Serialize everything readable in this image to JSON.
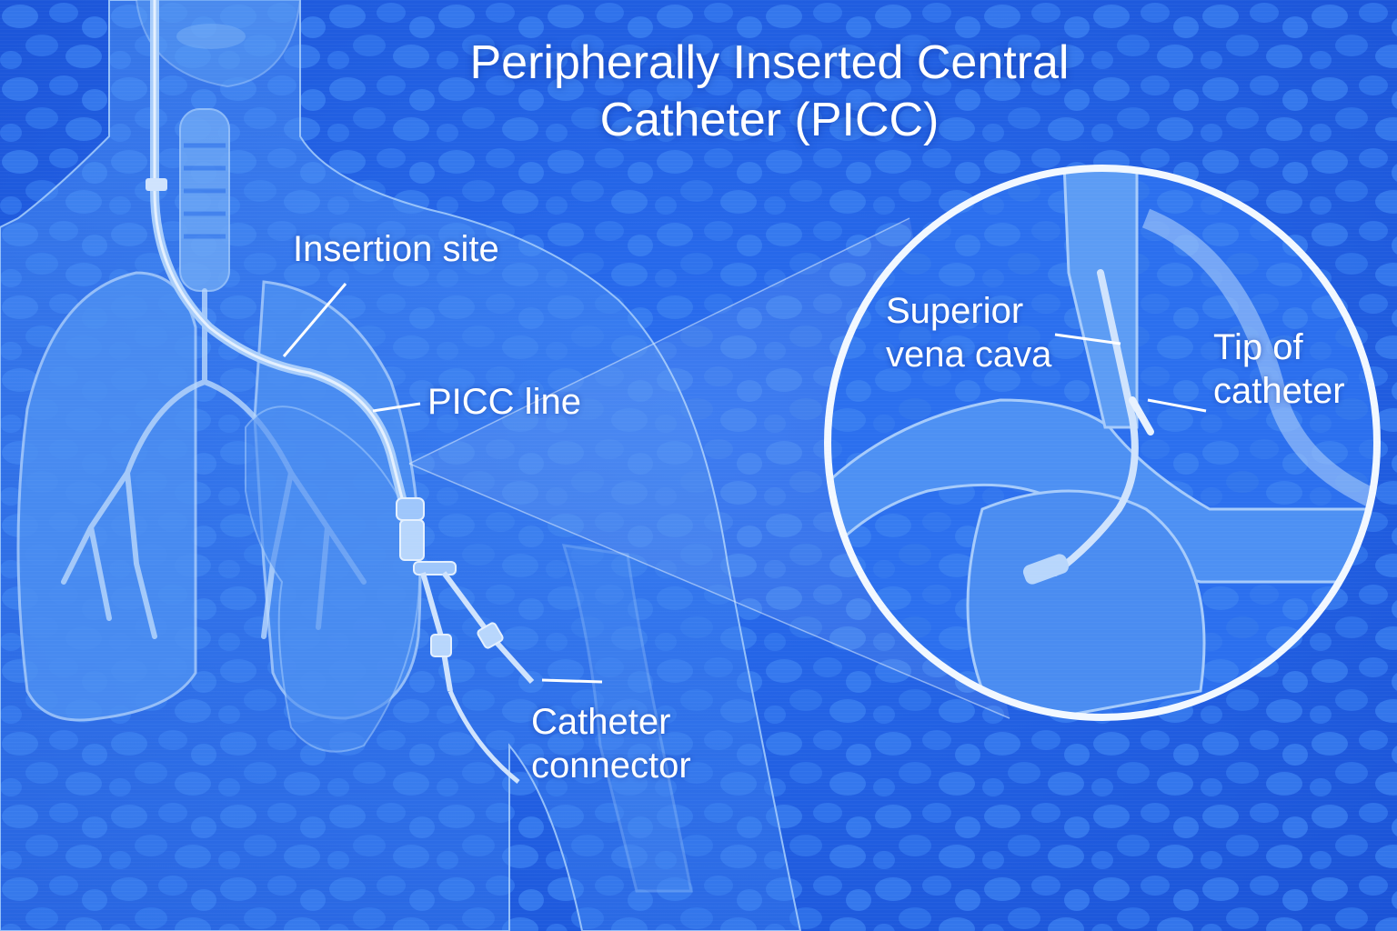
{
  "title": {
    "line1": "Peripherally Inserted Central",
    "line2": "Catheter (PICC)"
  },
  "labels": {
    "insertion_site": "Insertion site",
    "picc_line": "PICC line",
    "catheter_connector": {
      "line1": "Catheter",
      "line2": "connector"
    },
    "superior_vena_cava": {
      "line1": "Superior",
      "line2": "vena cava"
    },
    "tip_of_catheter": {
      "line1": "Tip of",
      "line2": "catheter"
    }
  },
  "colors": {
    "background": "#1f5fe0",
    "cell_pattern": "#3f86f2",
    "anatomy_fill": "#5b9cf3",
    "outline": "#a9cdfb",
    "label_text": "#ffffff"
  }
}
